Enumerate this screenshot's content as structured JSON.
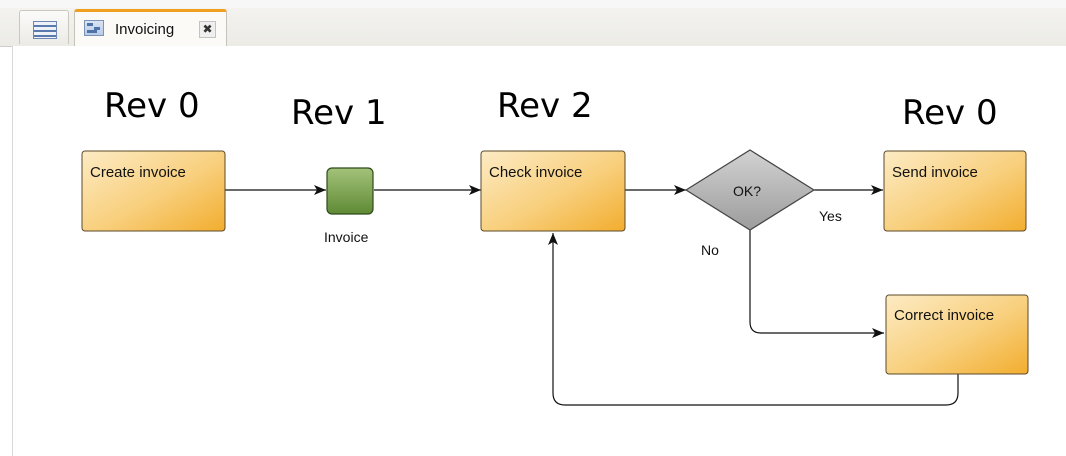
{
  "tabs": {
    "document_tab_label": "Invoicing",
    "close_glyph": "✖"
  },
  "revisions": {
    "create_invoice": "Rev 0",
    "invoice_object": "Rev 1",
    "check_invoice": "Rev 2",
    "send_invoice": "Rev 0"
  },
  "diagram": {
    "tasks": {
      "create_invoice": "Create invoice",
      "check_invoice": "Check invoice",
      "send_invoice": "Send invoice",
      "correct_invoice": "Correct invoice"
    },
    "data_object_label": "Invoice",
    "gateway_label": "OK?",
    "yes_label": "Yes",
    "no_label": "No"
  },
  "colors": {
    "task_fill_light": "#fbe4b4",
    "task_fill_dark": "#f4b43a",
    "data_object_fill": "#7fa153",
    "gateway_fill": "#b4b4b4",
    "tab_accent": "#f0a020"
  },
  "icons": [
    "menu-icon",
    "process-icon",
    "close-icon"
  ]
}
